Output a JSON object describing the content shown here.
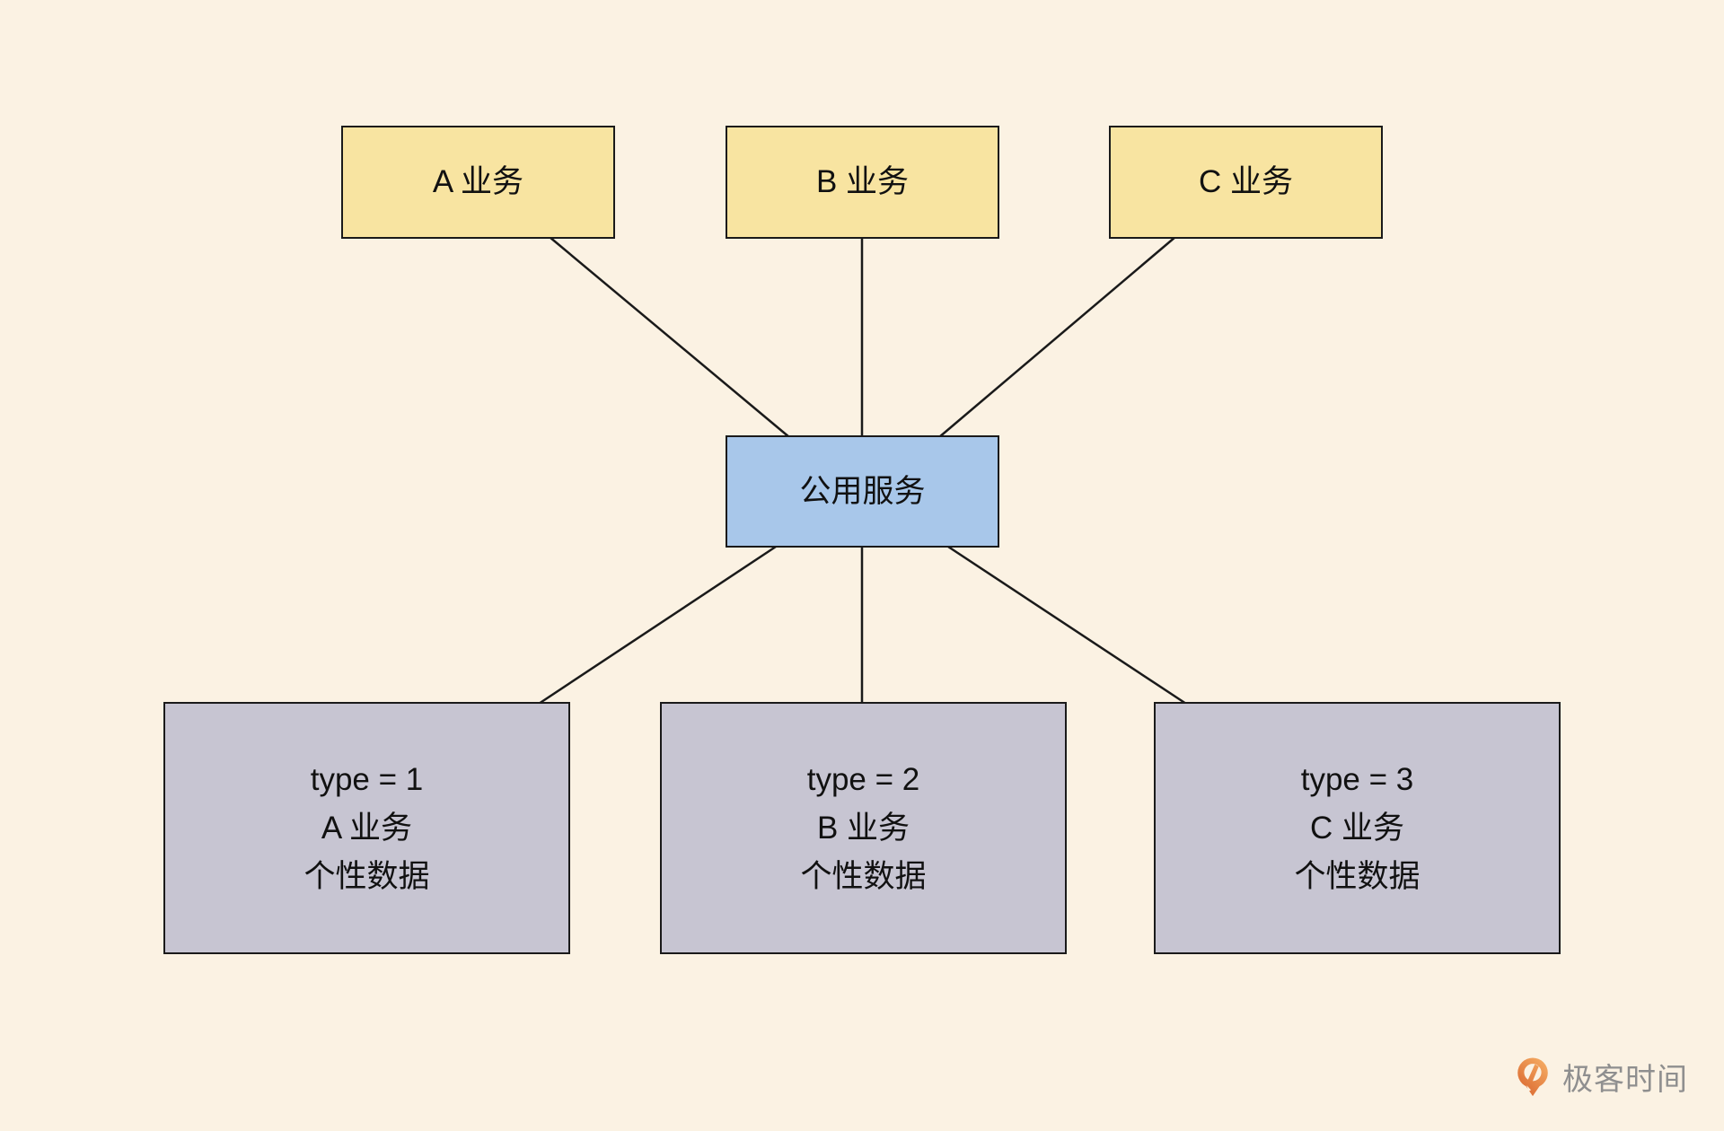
{
  "page": {
    "background": "#FBF2E3",
    "kind": "service-architecture-diagram"
  },
  "diagram": {
    "top_nodes": [
      {
        "id": "a",
        "label": "A 业务"
      },
      {
        "id": "b",
        "label": "B 业务"
      },
      {
        "id": "c",
        "label": "C 业务"
      }
    ],
    "center_node": {
      "label": "公用服务"
    },
    "bottom_nodes": [
      {
        "id": "type1",
        "lines": [
          "type = 1",
          "A 业务",
          "个性数据"
        ]
      },
      {
        "id": "type2",
        "lines": [
          "type = 2",
          "B 业务",
          "个性数据"
        ]
      },
      {
        "id": "type3",
        "lines": [
          "type = 3",
          "C 业务",
          "个性数据"
        ]
      }
    ],
    "connections": [
      {
        "from": "A 业务",
        "to": "公用服务"
      },
      {
        "from": "B 业务",
        "to": "公用服务"
      },
      {
        "from": "C 业务",
        "to": "公用服务"
      },
      {
        "from": "公用服务",
        "to": "type = 1 A 业务 个性数据"
      },
      {
        "from": "公用服务",
        "to": "type = 2 B 业务 个性数据"
      },
      {
        "from": "公用服务",
        "to": "type = 3 C 业务 个性数据"
      }
    ]
  },
  "footer": {
    "brand_name": "极客时间"
  },
  "colors": {
    "bg": "#FBF2E3",
    "top_fill": "#F8E4A1",
    "center_fill": "#A8C7EA",
    "bottom_fill": "#C7C5D2",
    "border": "#1A1A1A",
    "text": "#111111",
    "brand_orange": "#E8813F",
    "brand_text": "#8F8F8F"
  }
}
